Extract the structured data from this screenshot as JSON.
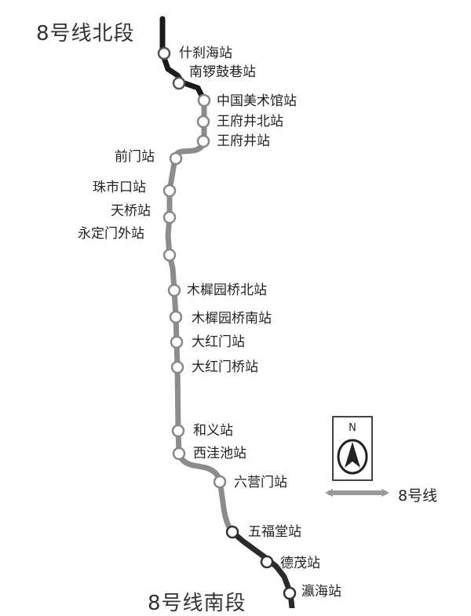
{
  "titles": {
    "north": "8号线北段",
    "south": "8号线南段"
  },
  "stations": [
    {
      "name": "什刹海站",
      "style": "outlined"
    },
    {
      "name": "南锣鼓巷站",
      "style": "outlined"
    },
    {
      "name": "中国美术馆站",
      "style": "outlined"
    },
    {
      "name": "王府井北站",
      "style": "outlined"
    },
    {
      "name": "王府井站",
      "style": "outlined"
    },
    {
      "name": "前门站",
      "style": "outlined"
    },
    {
      "name": "珠市口站",
      "style": "outlined"
    },
    {
      "name": "天桥站",
      "style": "outlined"
    },
    {
      "name": "永定门外站",
      "style": "outlined"
    },
    {
      "name": "",
      "style": "outlined"
    },
    {
      "name": "木樨园桥北站",
      "style": "outlined"
    },
    {
      "name": "木樨园桥南站",
      "style": "outlined"
    },
    {
      "name": "大红门站",
      "style": "outlined"
    },
    {
      "name": "大红门桥站",
      "style": "outlined"
    },
    {
      "name": "和义站",
      "style": "outlined"
    },
    {
      "name": "西洼池站",
      "style": "outlined"
    },
    {
      "name": "六营门站",
      "style": "outlined"
    },
    {
      "name": "五福堂站",
      "style": "outlined"
    },
    {
      "name": "德茂站",
      "style": "outlined"
    },
    {
      "name": "瀛海站",
      "style": "outlined"
    }
  ],
  "legend": {
    "line_label": "8号线",
    "compass_label": "N"
  },
  "colors": {
    "north_segment": "#1b1b1b",
    "middle_segment": "#8c8c8c",
    "south_segment": "#2a2a2a"
  }
}
